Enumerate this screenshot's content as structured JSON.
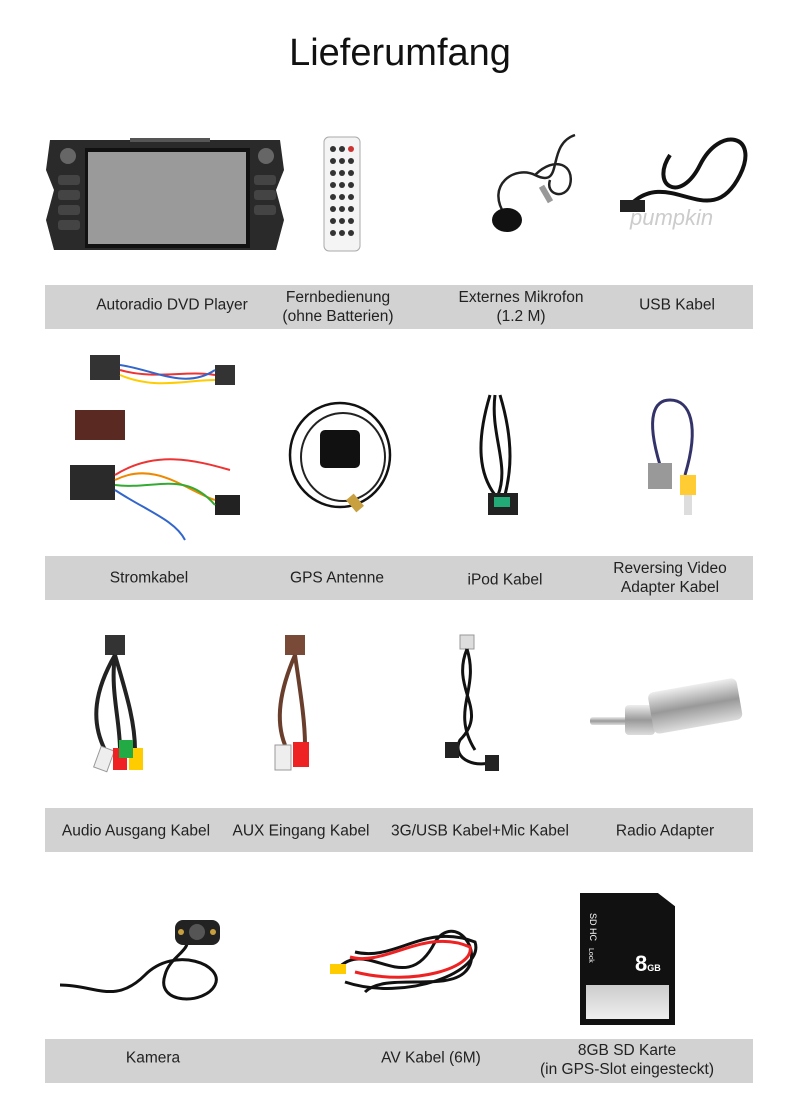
{
  "title": "Lieferumfang",
  "watermark": "pumpkin",
  "rows": [
    {
      "items": [
        {
          "label": "Autoradio DVD Player",
          "icon": "car-radio-dvd-player"
        },
        {
          "label": "Fernbedienung\n(ohne Batterien)",
          "icon": "remote-control"
        },
        {
          "label": "Externes Mikrofon\n(1.2 M)",
          "icon": "microphone"
        },
        {
          "label": "USB Kabel",
          "icon": "usb-cable"
        }
      ]
    },
    {
      "items": [
        {
          "label": "Stromkabel",
          "icon": "power-harness"
        },
        {
          "label": "GPS Antenne",
          "icon": "gps-antenna"
        },
        {
          "label": "iPod Kabel",
          "icon": "ipod-cable"
        },
        {
          "label": "Reversing Video\nAdapter Kabel",
          "icon": "video-adapter-cable"
        }
      ]
    },
    {
      "items": [
        {
          "label": "Audio Ausgang Kabel",
          "icon": "audio-out-cable"
        },
        {
          "label": "AUX Eingang Kabel",
          "icon": "aux-in-cable"
        },
        {
          "label": "3G/USB Kabel+Mic Kabel",
          "icon": "3g-usb-cable"
        },
        {
          "label": "Radio Adapter",
          "icon": "radio-adapter"
        }
      ]
    },
    {
      "items": [
        {
          "label": "Kamera",
          "icon": "camera"
        },
        {
          "label": "AV Kabel (6M)",
          "icon": "av-cable"
        },
        {
          "label": "8GB SD Karte\n(in GPS-Slot eingesteckt)",
          "icon": "sd-card"
        }
      ]
    }
  ],
  "sd_card": {
    "capacity": "8",
    "unit": "GB",
    "brand": "SD HC",
    "lock": "Lock"
  }
}
